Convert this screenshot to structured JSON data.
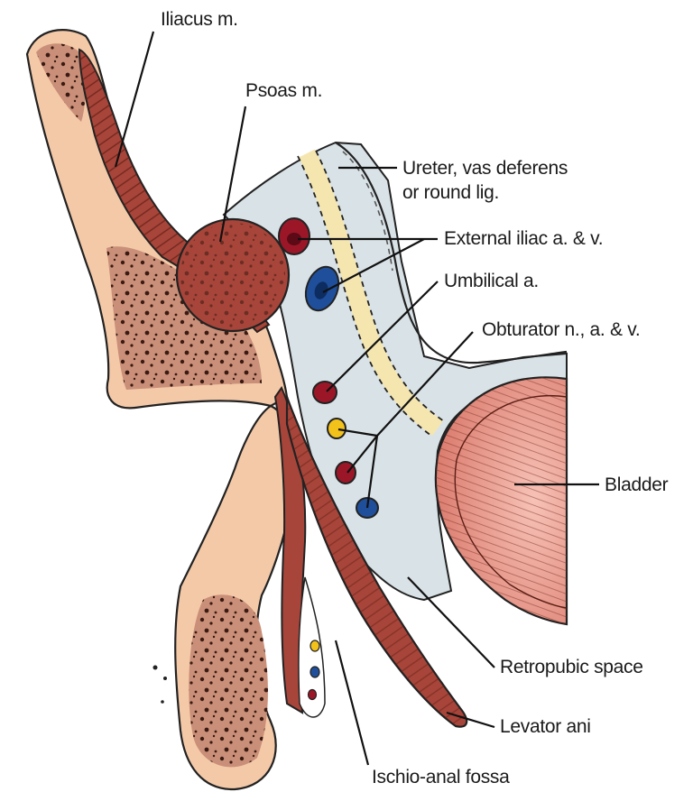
{
  "labels": {
    "iliacus": "Iliacus m.",
    "psoas": "Psoas m.",
    "ureter_line1": "Ureter, vas deferens",
    "ureter_line2": "or round lig.",
    "external_iliac": "External iliac a. & v.",
    "umbilical": "Umbilical a.",
    "obturator": "Obturator n., a. & v.",
    "bladder": "Bladder",
    "retropubic": "Retropubic space",
    "levator": "Levator ani",
    "ischioanal": "Ischio-anal fossa"
  },
  "colors": {
    "bone": "#f4c9a8",
    "marrow": "#c98f78",
    "muscle": "#a8453a",
    "muscle_dark": "#6e2418",
    "fascia": "#d9e2e6",
    "ureter_band": "#f5e6b0",
    "artery": "#9b1728",
    "vein": "#1f4f9a",
    "nerve": "#f2c21b",
    "bladder": "#f0a79b",
    "outline": "#111111"
  }
}
